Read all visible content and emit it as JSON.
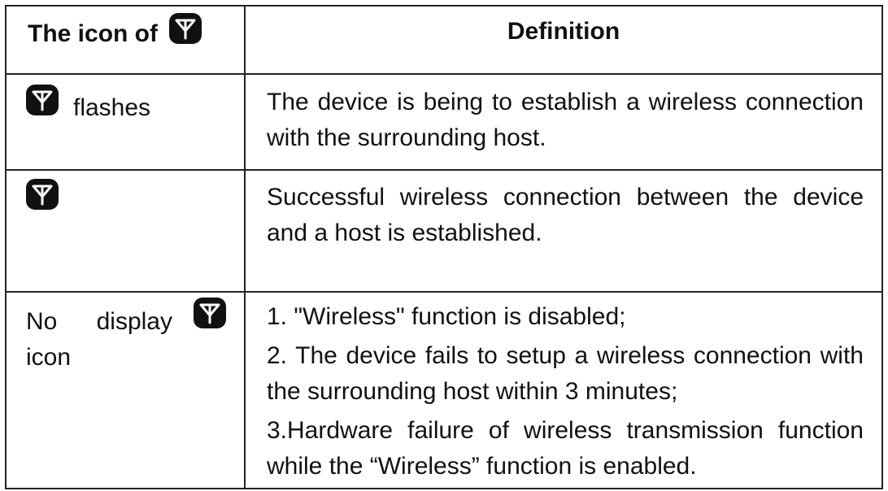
{
  "header": {
    "left_label": "The icon of",
    "left_icon": "antenna-icon",
    "right_label": "Definition"
  },
  "rows": [
    {
      "icon": "antenna-icon",
      "state": "flashes",
      "definition": "The device is being to establish a wireless connection with the surrounding host."
    },
    {
      "icon": "antenna-icon",
      "state": "",
      "definition": "Successful wireless connection between the device and a host is established."
    },
    {
      "icon": "antenna-icon",
      "state_word1": "No",
      "state_word2": "display",
      "state_word3": "icon",
      "definitions": [
        "1.  \"Wireless\" function is disabled;",
        "2. The device fails to setup a wireless connection with the surrounding host within 3 minutes;",
        "3.Hardware failure of wireless transmission function while the “Wireless” function is enabled."
      ]
    }
  ],
  "colors": {
    "text": "#111111",
    "border": "#222222",
    "icon_bg": "#111111",
    "icon_fg": "#ffffff"
  }
}
